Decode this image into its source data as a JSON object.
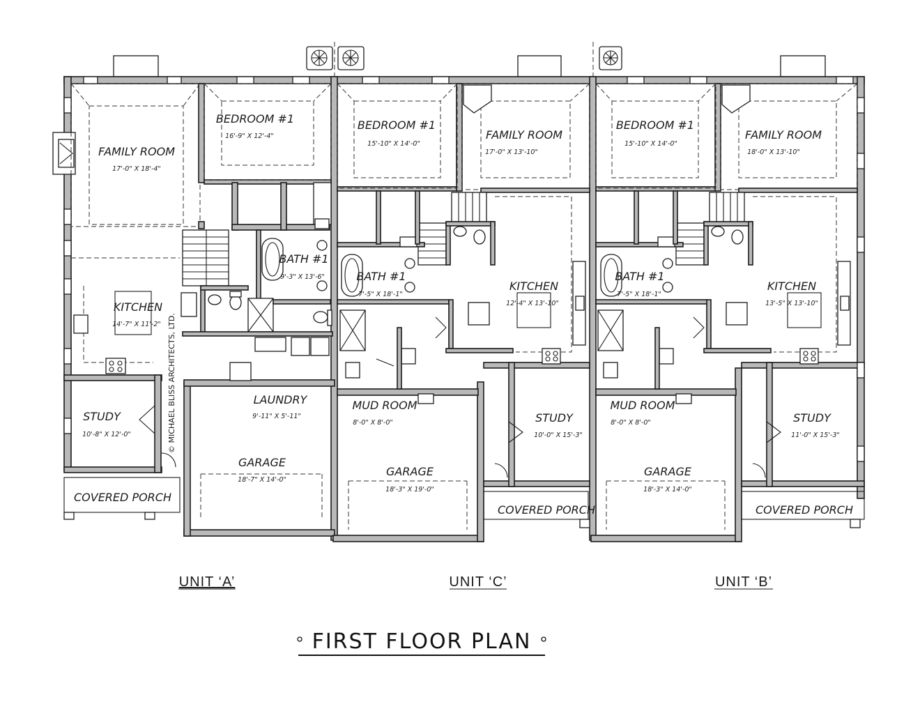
{
  "title": "FIRST FLOOR PLAN",
  "copyright": "© MICHAEL BLISS ARCHITECTS, LTD.",
  "units": [
    {
      "label": "UNIT ‘A’"
    },
    {
      "label": "UNIT ‘C’"
    },
    {
      "label": "UNIT ‘B’"
    }
  ],
  "unit_a": {
    "family_room": {
      "name": "FAMILY ROOM",
      "dim": "17'-0\" X 18'-4\""
    },
    "bedroom": {
      "name": "BEDROOM #1",
      "dim": "16'-9\" X 12'-4\""
    },
    "bath": {
      "name": "BATH #1",
      "dim": "9'-3\" X 13'-6\""
    },
    "kitchen": {
      "name": "KITCHEN",
      "dim": "14'-7\" X 11'-2\""
    },
    "laundry": {
      "name": "LAUNDRY",
      "dim": "9'-11\" X 5'-11\""
    },
    "study": {
      "name": "STUDY",
      "dim": "10'-8\" X 12'-0\""
    },
    "garage": {
      "name": "GARAGE",
      "dim": "18'-7\" X 14'-0\""
    },
    "porch": {
      "name": "COVERED PORCH"
    }
  },
  "unit_c": {
    "bedroom": {
      "name": "BEDROOM #1",
      "dim": "15'-10\" X 14'-0\""
    },
    "family_room": {
      "name": "FAMILY ROOM",
      "dim": "17'-0\" X 13'-10\""
    },
    "bath": {
      "name": "BATH #1",
      "dim": "7'-5\" X 18'-1\""
    },
    "kitchen": {
      "name": "KITCHEN",
      "dim": "12'-4\" X 13'-10\""
    },
    "mud_room": {
      "name": "MUD ROOM",
      "dim": "8'-0\" X 8'-0\""
    },
    "study": {
      "name": "STUDY",
      "dim": "10'-0\" X 15'-3\""
    },
    "garage": {
      "name": "GARAGE",
      "dim": "18'-3\" X 19'-0\""
    },
    "porch": {
      "name": "COVERED PORCH"
    }
  },
  "unit_b": {
    "bedroom": {
      "name": "BEDROOM #1",
      "dim": "15'-10\" X 14'-0\""
    },
    "family_room": {
      "name": "FAMILY ROOM",
      "dim": "18'-0\" X 13'-10\""
    },
    "bath": {
      "name": "BATH #1",
      "dim": "7'-5\" X 18'-1\""
    },
    "kitchen": {
      "name": "KITCHEN",
      "dim": "13'-5\" X 13'-10\""
    },
    "mud_room": {
      "name": "MUD ROOM",
      "dim": "8'-0\" X 8'-0\""
    },
    "study": {
      "name": "STUDY",
      "dim": "11'-0\" X 15'-3\""
    },
    "garage": {
      "name": "GARAGE",
      "dim": "18'-3\" X 14'-0\""
    },
    "porch": {
      "name": "COVERED PORCH"
    }
  }
}
